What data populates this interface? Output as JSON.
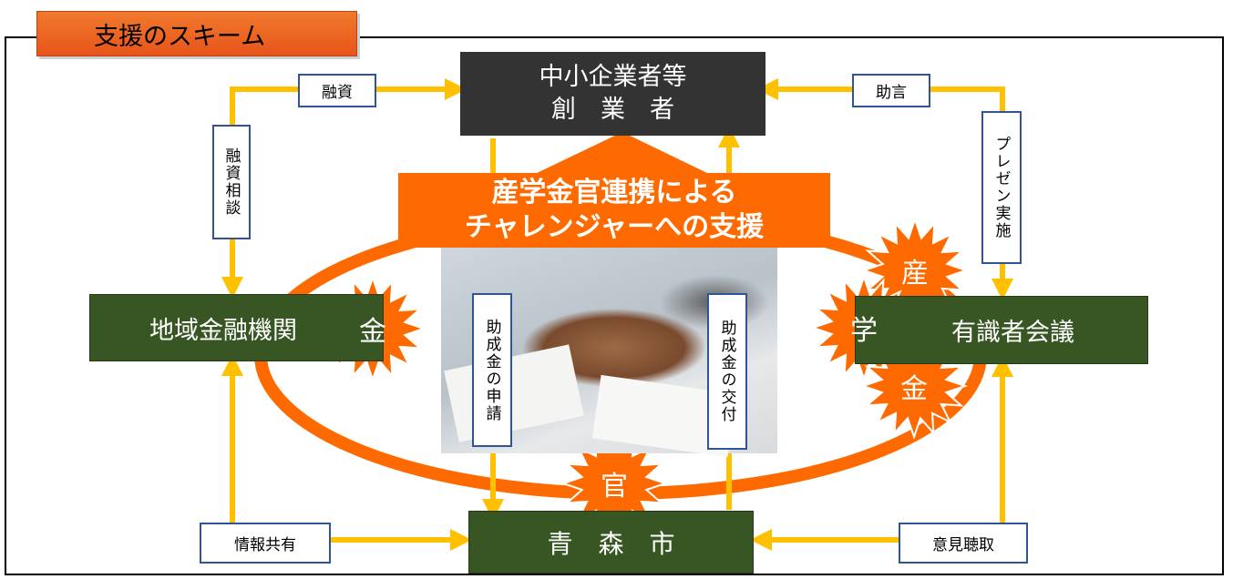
{
  "title": "支援のスキーム",
  "nodes": {
    "smb_line1": "中小企業者等",
    "smb_line2": "創　業　者",
    "bank": "地域金融機関",
    "experts": "有識者会議",
    "city": "青　森　市"
  },
  "center": {
    "line1": "産学金官連携による",
    "line2": "チャレンジャーへの支援"
  },
  "labels": {
    "loan": "融資",
    "loan_consult": "融資相談",
    "advice": "助言",
    "presentation": "プレゼン実施",
    "grant_apply": "助成金の申請",
    "grant_issue": "助成金の交付",
    "info_share": "情報共有",
    "hearing": "意見聴取"
  },
  "badges": {
    "bank_kin": "金",
    "industry": "産",
    "academia": "学",
    "finance": "金",
    "government": "官"
  },
  "colors": {
    "arrow": "#ffc000",
    "accent_orange": "#ff6a00",
    "green_box": "#375623",
    "dark_box": "#333333",
    "label_border": "#2f5597"
  }
}
